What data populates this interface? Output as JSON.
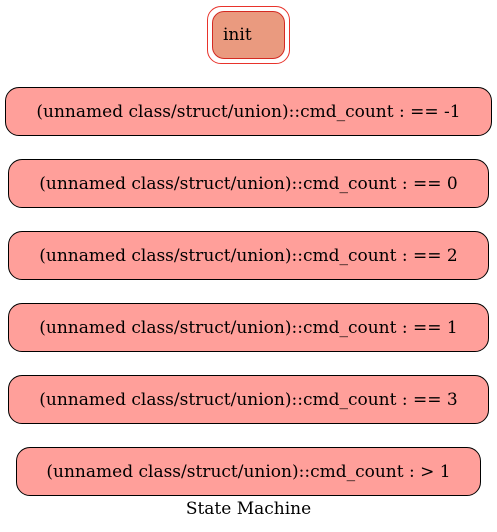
{
  "init_state": {
    "label": "init"
  },
  "states": [
    {
      "label": "(unnamed class/struct/union)::cmd_count : == -1"
    },
    {
      "label": "(unnamed class/struct/union)::cmd_count : == 0"
    },
    {
      "label": "(unnamed class/struct/union)::cmd_count : == 2"
    },
    {
      "label": "(unnamed class/struct/union)::cmd_count : == 1"
    },
    {
      "label": "(unnamed class/struct/union)::cmd_count : == 3"
    },
    {
      "label": "(unnamed class/struct/union)::cmd_count : > 1"
    }
  ],
  "caption": "State Machine",
  "colors": {
    "init_fill": "#ea9a7f",
    "init_border": "#e8332b",
    "state_fill": "#ff9f9a",
    "state_border": "#000000"
  }
}
